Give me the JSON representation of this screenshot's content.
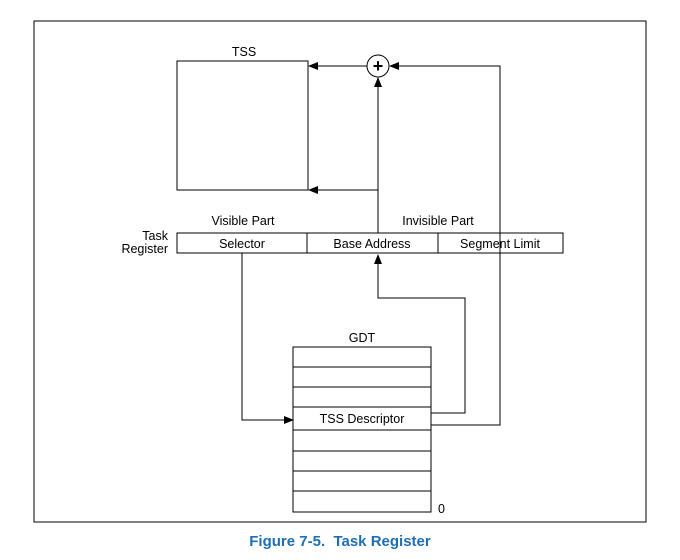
{
  "diagram": {
    "tss_label": "TSS",
    "visible_part_label": "Visible Part",
    "invisible_part_label": "Invisible Part",
    "task_register_label_line1": "Task",
    "task_register_label_line2": "Register",
    "register_fields": [
      "Selector",
      "Base Address",
      "Segment Limit"
    ],
    "gdt_label": "GDT",
    "tss_descriptor_label": "TSS Descriptor",
    "gdt_zero_label": "0",
    "adder_symbol": "+"
  },
  "caption": "Figure 7-5.  Task Register",
  "colors": {
    "caption": "#1f6fb5",
    "lines": "#000000"
  }
}
